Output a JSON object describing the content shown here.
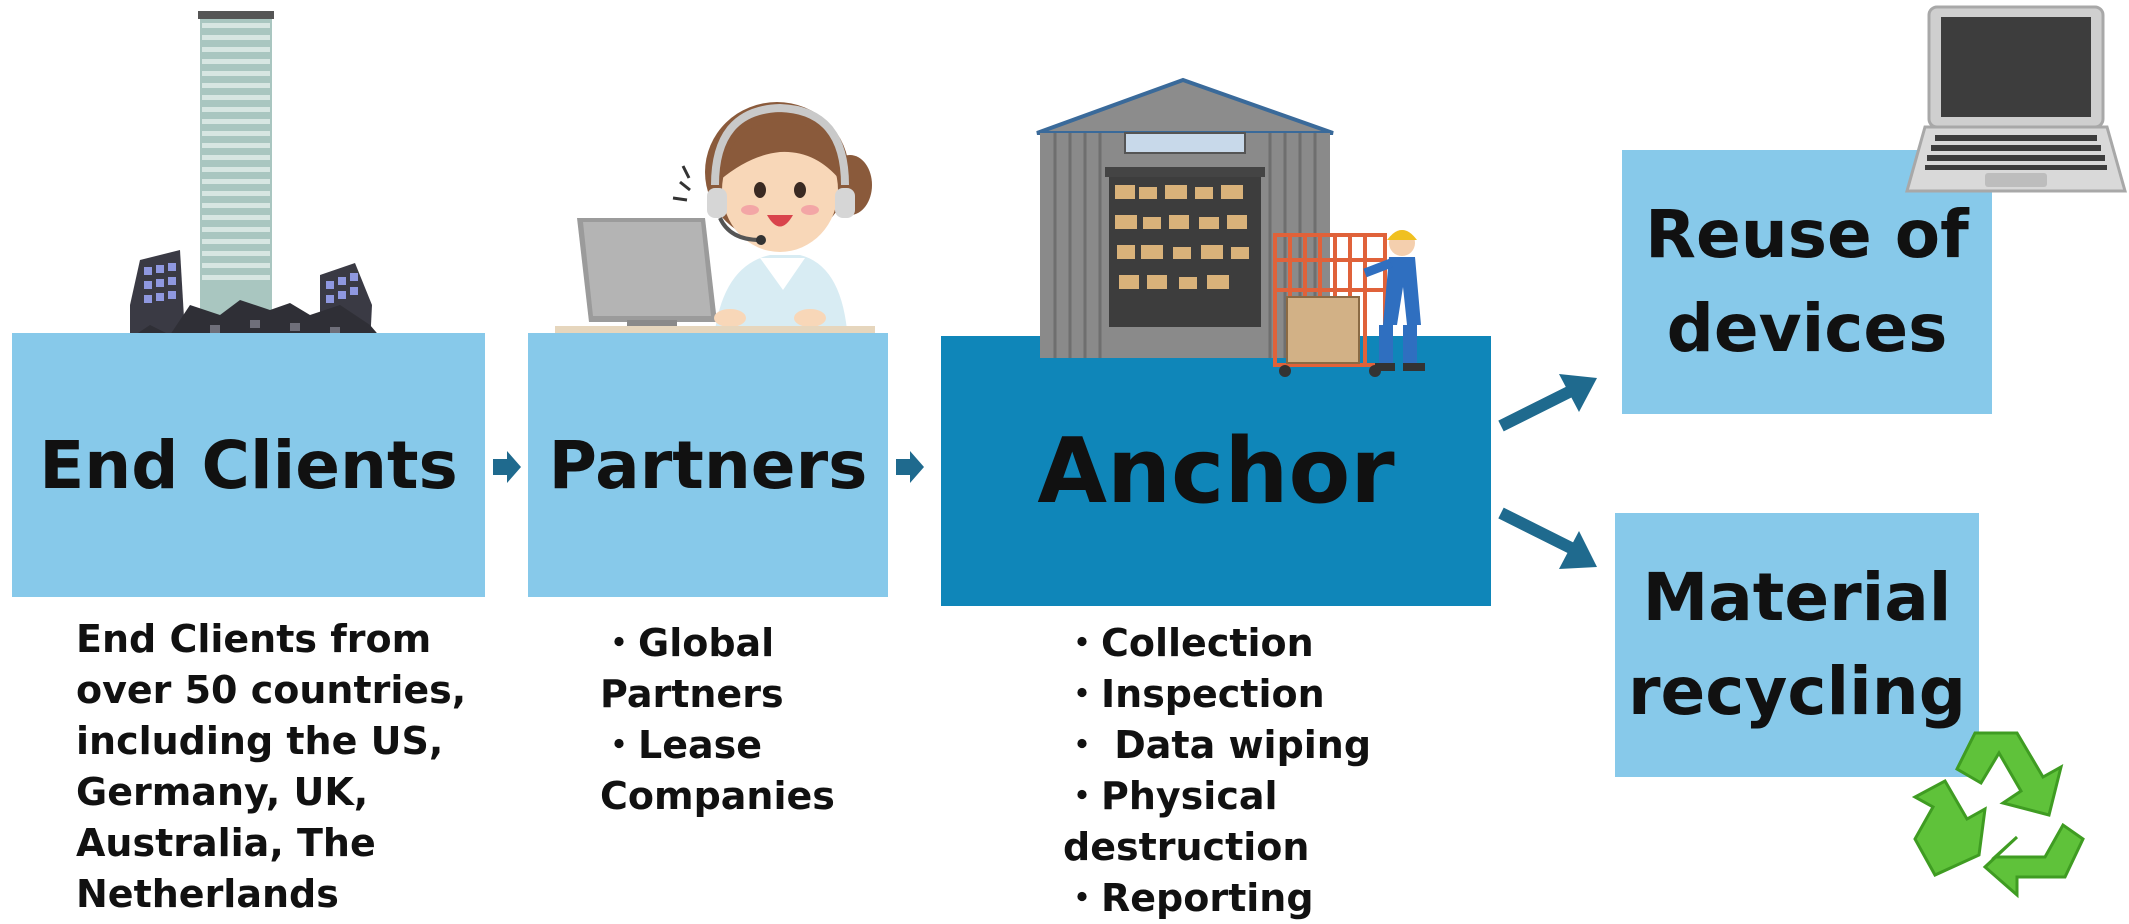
{
  "stages": {
    "end_clients": {
      "title": "End Clients",
      "description": "End Clients from\nover 50 countries,\nincluding the US,\nGermany, UK,\nAustralia, The\nNetherlands"
    },
    "partners": {
      "title": "Partners",
      "description": "・Global\nPartners\n・Lease\nCompanies"
    },
    "anchor": {
      "title": "Anchor",
      "description": "・Collection\n・Inspection\n・ Data wiping\n・Physical\ndestruction\n・Reporting"
    },
    "reuse": {
      "title": "Reuse of\ndevices"
    },
    "recycling": {
      "title": "Material\nrecycling"
    }
  },
  "icons": {
    "end_clients": "city-skyline-icon",
    "partners": "call-center-operator-icon",
    "anchor": "warehouse-worker-icon",
    "reuse": "laptop-icon",
    "recycling": "recycle-icon"
  },
  "colors": {
    "light_box": "#87c9ea",
    "dark_box": "#0f86b9",
    "arrow": "#1f6a8e",
    "recycle_green": "#5fc23a"
  }
}
